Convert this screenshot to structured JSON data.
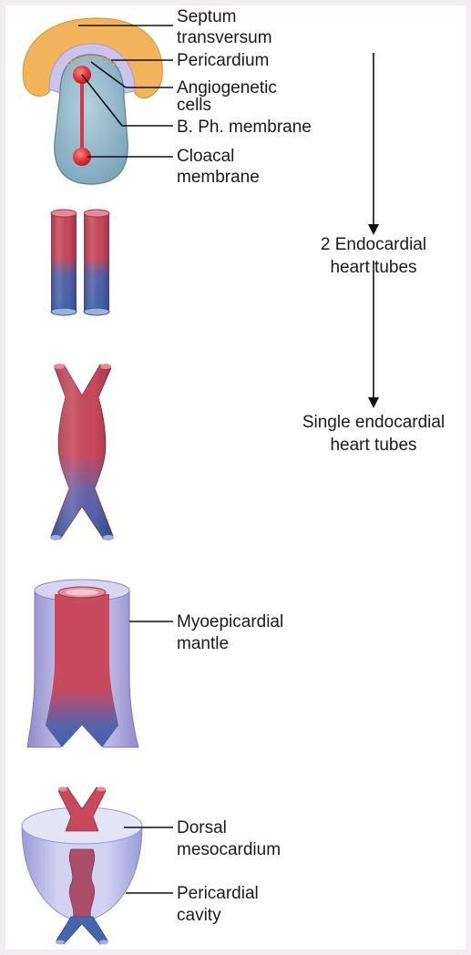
{
  "labels": {
    "septum_1": "Septum",
    "septum_2": "transversum",
    "pericardium": "Pericardium",
    "angio_1": "Angiogenetic",
    "angio_2": "cells",
    "bph": "B. Ph. membrane",
    "cloacal_1": "Cloacal",
    "cloacal_2": "membrane",
    "step1_1": "2 Endocardial",
    "step1_2": "heart tubes",
    "step2_1": "Single endocardial",
    "step2_2": "heart tubes",
    "myo_1": "Myoepicardial",
    "myo_2": "mantle",
    "dorsal_1": "Dorsal",
    "dorsal_2": "mesocardium",
    "pcav_1": "Pericardial",
    "pcav_2": "cavity"
  },
  "colors": {
    "frame": "#f3ecf1",
    "tube_red": "#c8485c",
    "tube_blue": "#4566ad",
    "septum_orange": "#f2b35a",
    "disc_blue": "#8eb3c6",
    "mantle_lavender": "#b7b2df",
    "cavity_lavender": "#c5c7ec",
    "cell_red": "#e5333b"
  }
}
